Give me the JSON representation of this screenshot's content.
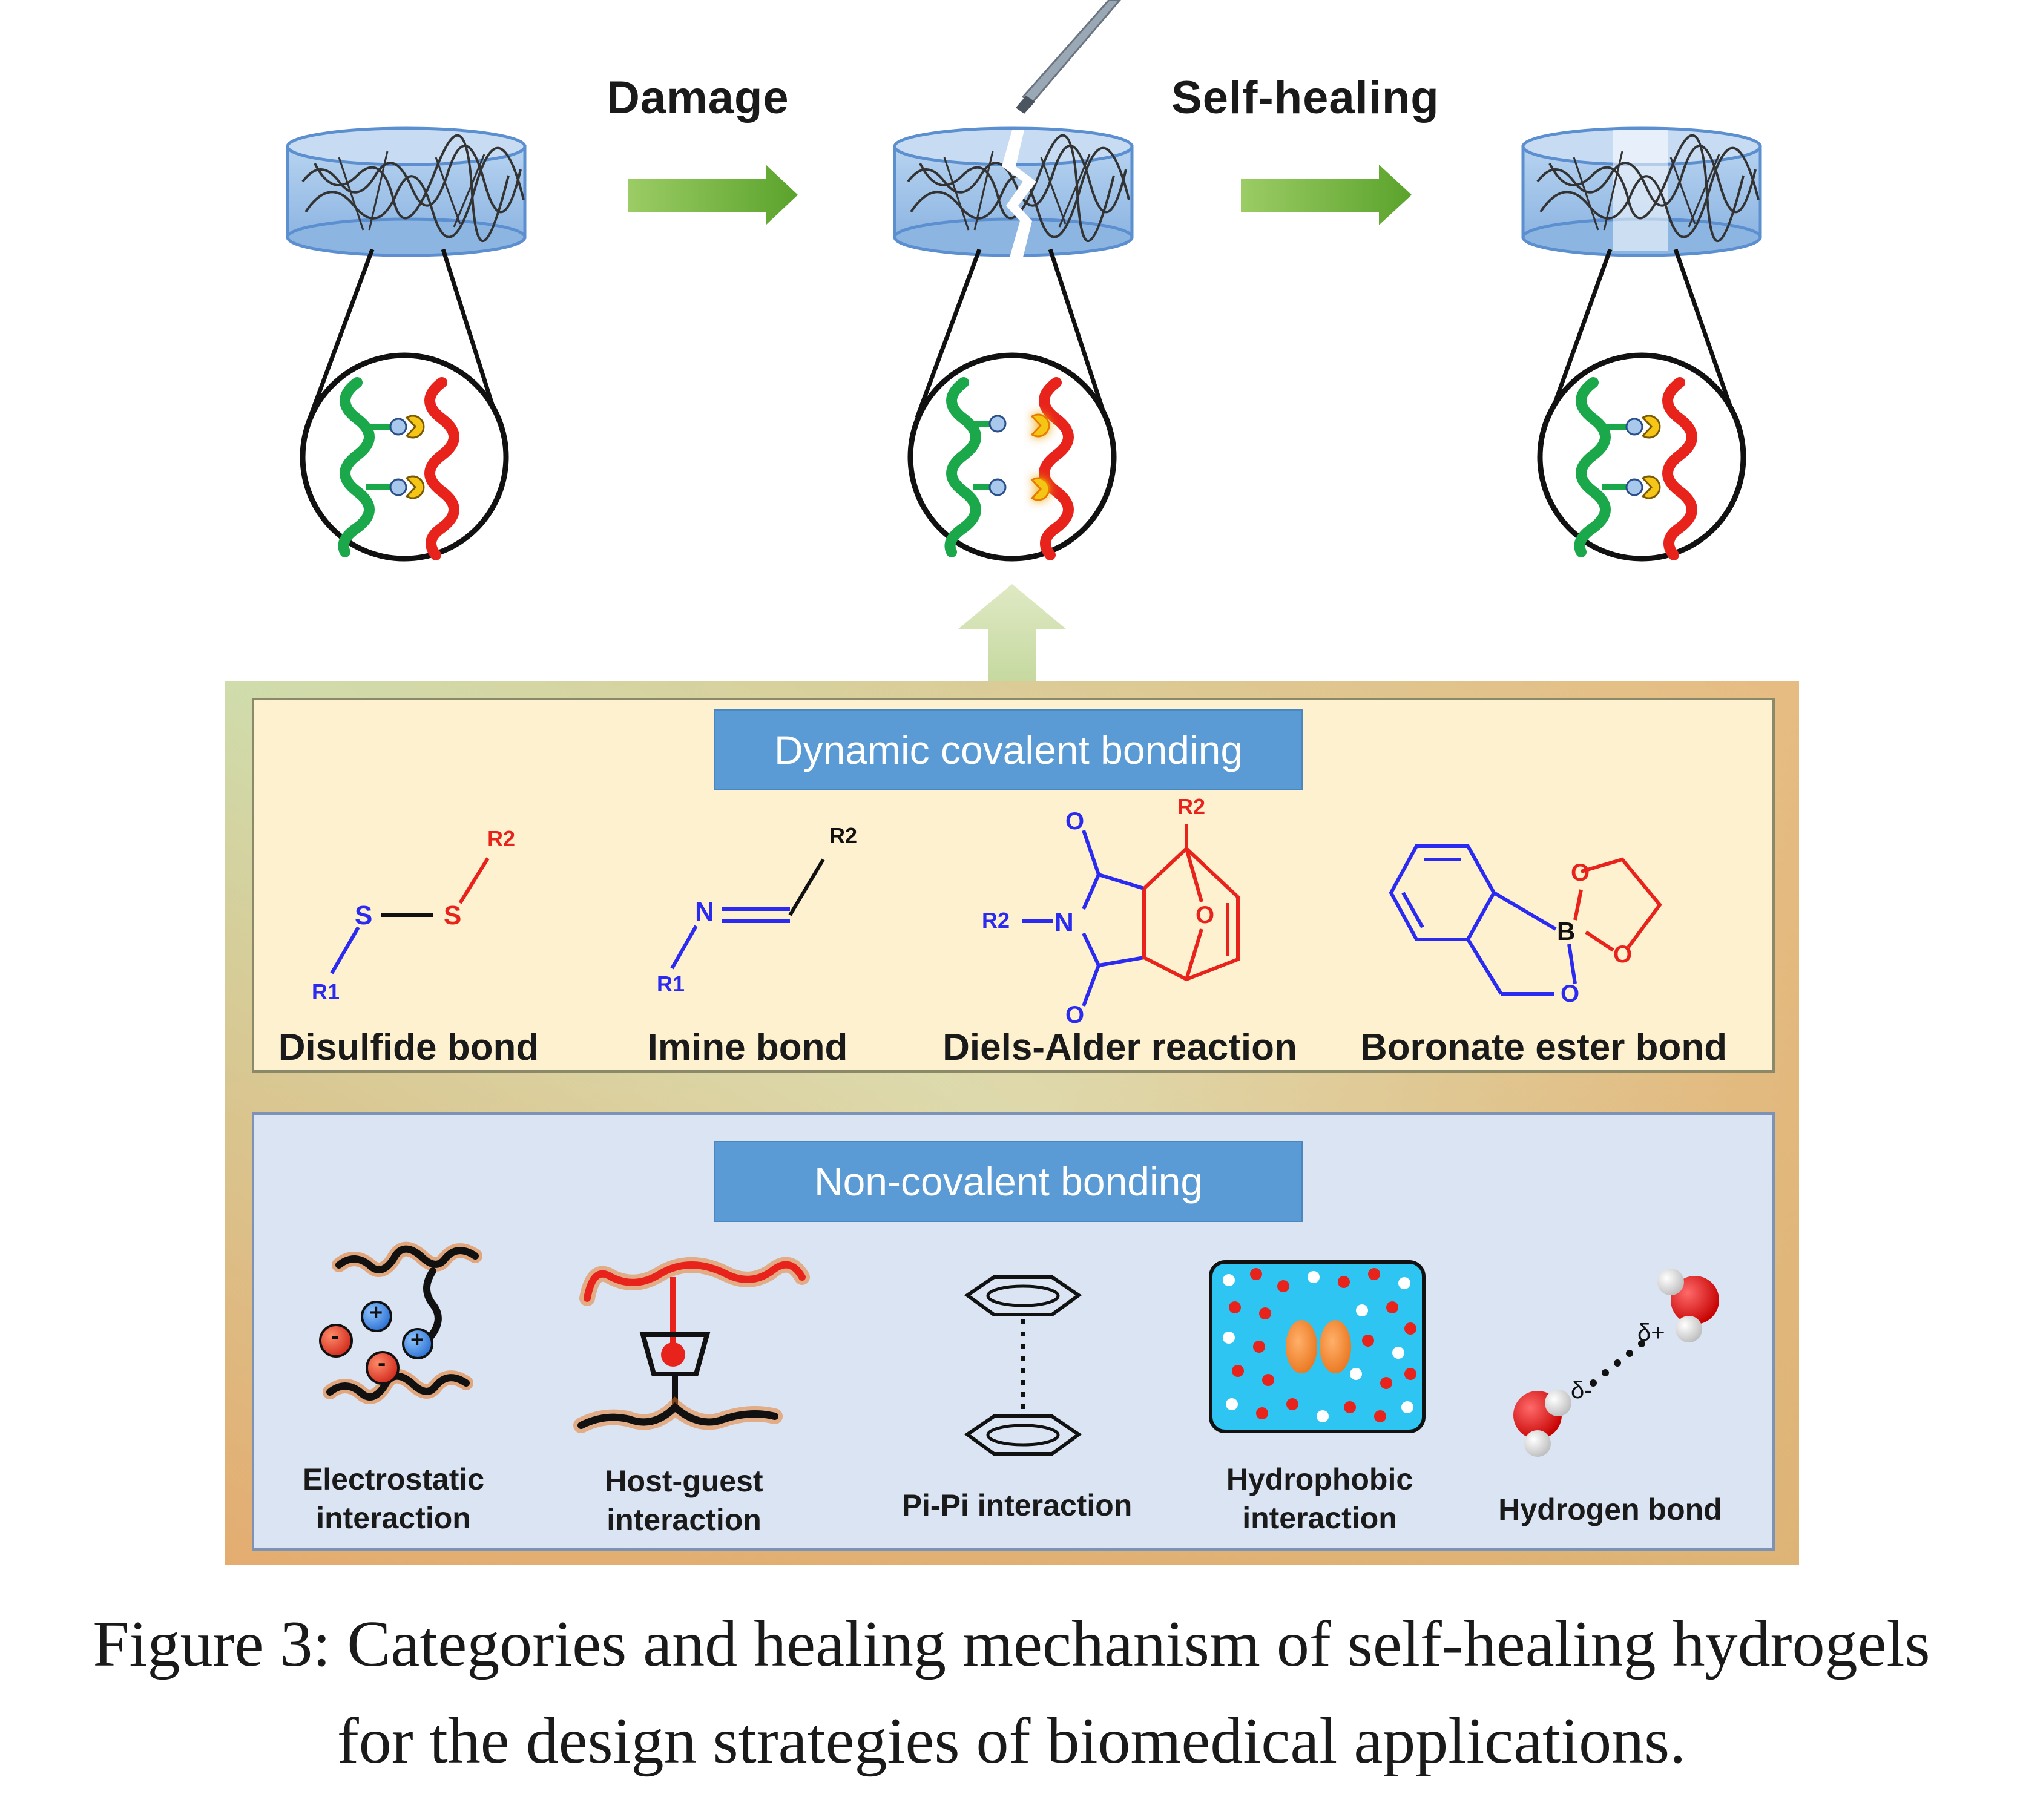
{
  "stages": {
    "damage_label": "Damage",
    "selfhealing_label": "Self-healing"
  },
  "dynamic_panel": {
    "title": "Dynamic covalent bonding",
    "items": [
      {
        "label": "Disulfide bond",
        "atoms": {
          "s1": "S",
          "s2": "S",
          "r1": "R1",
          "r2": "R2"
        }
      },
      {
        "label": "Imine bond",
        "atoms": {
          "n": "N",
          "r1": "R1",
          "r2": "R2"
        }
      },
      {
        "label": "Diels-Alder reaction",
        "atoms": {
          "o_top": "O",
          "o_bottom": "O",
          "o_bridge": "O",
          "n": "N",
          "r2_left": "R2",
          "r2_top": "R2"
        }
      },
      {
        "label": "Boronate ester bond",
        "atoms": {
          "b": "B",
          "o1": "O",
          "o2": "O",
          "o3": "O"
        }
      }
    ]
  },
  "noncovalent_panel": {
    "title": "Non-covalent bonding",
    "items": [
      {
        "label_line1": "Electrostatic",
        "label_line2": "interaction"
      },
      {
        "label_line1": "Host-guest",
        "label_line2": "interaction"
      },
      {
        "label_line1": "Pi-Pi interaction",
        "label_line2": ""
      },
      {
        "label_line1": "Hydrophobic",
        "label_line2": "interaction"
      },
      {
        "label_line1": "Hydrogen bond",
        "label_line2": ""
      }
    ],
    "charges": {
      "plus": "+",
      "minus": "-",
      "delta_plus": "δ+",
      "delta_minus": "δ-"
    }
  },
  "caption": {
    "line1": "Figure 3: Categories and healing mechanism of self-healing hydrogels",
    "line2": "for the design strategies of biomedical applications."
  },
  "colors": {
    "green_chain": "#1aa84a",
    "red_chain": "#e8231b",
    "arrow_green": "#6db33f",
    "panel_yellow": "#fdf1cf",
    "panel_blue": "#dbe4f3",
    "header_blue": "#5b9bd5",
    "gel_blue": "#a9c8ea",
    "chem_blue": "#2a2af0",
    "chem_red": "#e8231b"
  }
}
